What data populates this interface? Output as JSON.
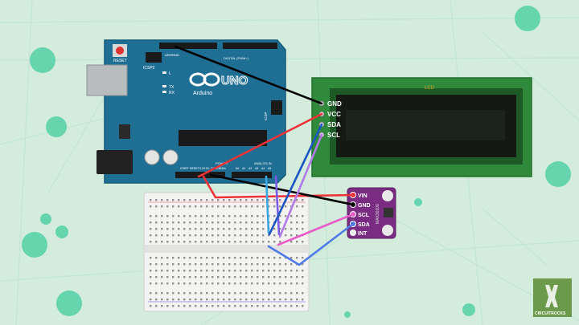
{
  "colors": {
    "background": "#d4ecdc",
    "grid_line": "#bfe5d8",
    "bubble": "#4fd1a8",
    "arduino_board": "#1f6f95",
    "lcd_board": "#2f8a3c",
    "lcd_screen": "#111612",
    "sensor_board": "#7a2c82",
    "breadboard": "#f1f1ef",
    "wire_black": "#000000",
    "wire_red": "#ee3338",
    "wire_blue": "#1b56c2",
    "wire_light_blue": "#38a6e0",
    "wire_purple": "#7a5be6",
    "wire_pink": "#e95dc8",
    "wire_steel": "#4f7be6",
    "logo_bg": "#6a9a4a"
  },
  "arduino": {
    "reset_label": "RESET",
    "icsp2_label": "ICSP2",
    "icsp_label": "ICSP",
    "aref_label": "AREF",
    "gnd_label": "GND",
    "digital_label": "DIGITAL (PWM~)",
    "l_label": "L",
    "tx_label": "TX",
    "rx_label": "RX",
    "brand_text": "UNO",
    "arduino_text": "Arduino",
    "ioref_label": "IOREF",
    "reset_pin_label": "RESET",
    "v33_label": "3.3V",
    "v5_label": "5V",
    "gnd1_label": "GND",
    "gnd2_label": "GND",
    "vin_label": "Vin",
    "power_label": "POWER",
    "analog_label": "ANALOG IN",
    "a0": "A0",
    "a1": "A1",
    "a2": "A2",
    "a3": "A3",
    "a4": "A4",
    "a5": "A5"
  },
  "lcd": {
    "pins": [
      "GND",
      "VCC",
      "SDA",
      "SCL"
    ],
    "chip_label": "LCD"
  },
  "sensor": {
    "pins": [
      "VIN",
      "GND",
      "SCL",
      "SDA",
      "INT"
    ],
    "model_label": "MAX30100"
  },
  "logo": {
    "text": "CIRCUITROCKS"
  }
}
